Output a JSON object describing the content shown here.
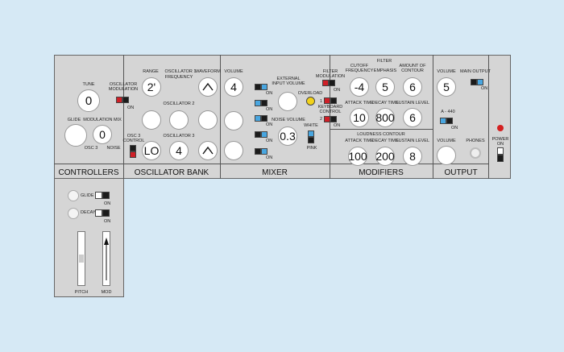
{
  "controllers": {
    "title": "CONTROLLERS",
    "tune": "TUNE",
    "tune_value": "0",
    "osc_mod_line1": "OSCILLATOR",
    "osc_mod_line2": "MODULATION",
    "osc_mod_on": "ON",
    "glide": "GLIDE",
    "mod_mix": "MODULATION MIX",
    "mod_mix_value": "0",
    "osc3": "OSC 3",
    "noise": "NOISE"
  },
  "oscillator_bank": {
    "title": "OSCILLATOR BANK",
    "range": "RANGE",
    "range_value": "2'",
    "osc1": "OSCILLATOR 1",
    "waveform": "WAVEFORM",
    "frequency": "FREQUENCY",
    "osc2": "OSCILLATOR 2",
    "osc3_ctrl_1": "OSC 3",
    "osc3_ctrl_2": "CONTROL",
    "osc3": "OSCILLATOR 3",
    "osc3_range_value": "LO",
    "osc3_freq_value": "4"
  },
  "mixer": {
    "title": "MIXER",
    "volume": "VOLUME",
    "volume_value": "4",
    "on": "ON",
    "ext_1": "EXTERNAL",
    "ext_2": "INPUT VOLUME",
    "overload": "OVERLOAD",
    "noise_volume": "NOISE VOLUME",
    "noise_value": "0.3",
    "white": "WHITE",
    "pink": "PINK"
  },
  "modifiers": {
    "title": "MODIFIERS",
    "filter": "FILTER",
    "filter_mod_1": "FILTER",
    "filter_mod_2": "MODULATION",
    "on": "ON",
    "cutoff_1": "CUTOFF",
    "cutoff_2": "FREQUENCY",
    "cutoff_value": "-4",
    "emphasis": "EMPHASIS",
    "emphasis_value": "5",
    "contour_1": "AMOUNT OF",
    "contour_2": "CONTOUR",
    "contour_value": "6",
    "kbd_1": "KEYBOARD",
    "kbd_2": "CONTROL",
    "kbd_num1": "1",
    "kbd_num2": "2",
    "attack": "ATTACK TIME",
    "attack_value": "10",
    "decay": "DECAY TIME",
    "decay_value": "800",
    "sustain": "SUSTAIN LEVEL",
    "sustain_value": "6",
    "loudness": "LOUDNESS CONTOUR",
    "l_attack": "ATTACK TIME",
    "l_attack_value": "100",
    "l_decay": "DECAY TIME",
    "l_decay_value": "200",
    "l_sustain": "SUSTAIN LEVEL",
    "l_sustain_value": "8"
  },
  "output": {
    "title": "OUTPUT",
    "volume": "VOLUME",
    "volume_value": "5",
    "main_output": "MAIN OUTPUT",
    "on": "ON",
    "a440": "A - 440",
    "volume2": "VOLUME",
    "phones": "PHONES"
  },
  "power": {
    "label": "POWER",
    "on": "ON"
  },
  "lower": {
    "glide": "GLIDE",
    "decay": "DECAY",
    "on": "ON",
    "pitch": "PITCH",
    "mod": "MOD"
  },
  "colors": {
    "background": "#d6e9f5",
    "panel": "#d5d5d5",
    "switch_blue": "#49a6e0",
    "switch_red": "#cf1f27",
    "led_red": "#d42020",
    "led_yellow": "#f2d21a"
  }
}
